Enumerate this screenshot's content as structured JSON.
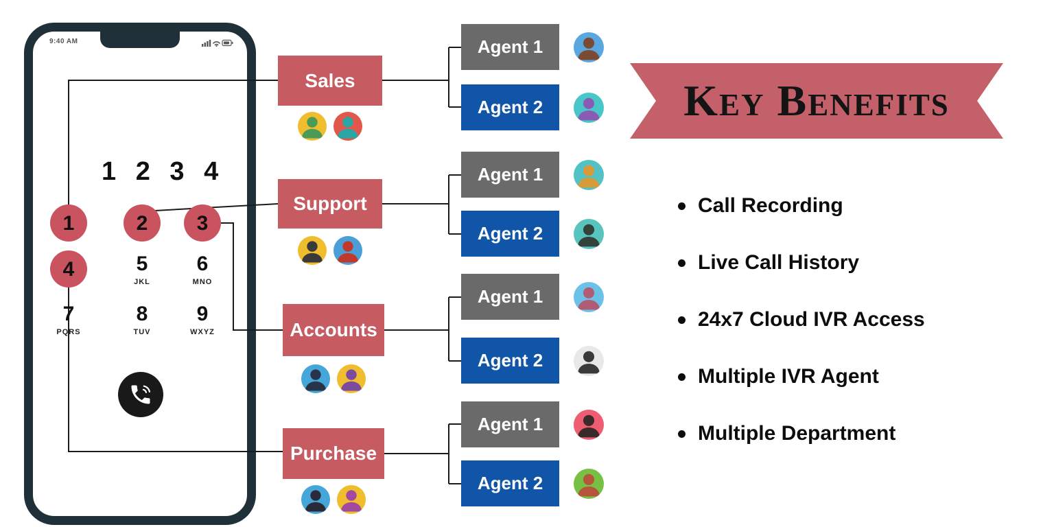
{
  "phone": {
    "status_time": "9:40 AM",
    "status_icons": [
      "cellular-signal-icon",
      "wifi-icon",
      "battery-icon"
    ],
    "dial_display": "1 2 3 4",
    "keys": [
      {
        "digit": "1",
        "letters": "",
        "highlighted": true
      },
      {
        "digit": "2",
        "letters": "",
        "highlighted": true
      },
      {
        "digit": "3",
        "letters": "",
        "highlighted": true
      },
      {
        "digit": "4",
        "letters": "",
        "highlighted": true
      },
      {
        "digit": "5",
        "letters": "JKL",
        "highlighted": false
      },
      {
        "digit": "6",
        "letters": "MNO",
        "highlighted": false
      },
      {
        "digit": "7",
        "letters": "PQRS",
        "highlighted": false
      },
      {
        "digit": "8",
        "letters": "TUV",
        "highlighted": false
      },
      {
        "digit": "9",
        "letters": "WXYZ",
        "highlighted": false
      }
    ],
    "call_button_icon": "phone-icon"
  },
  "departments": [
    {
      "name": "Sales",
      "team_avatars": [
        {
          "bg": "#f0bd2e",
          "fg": "#4a9b57"
        },
        {
          "bg": "#e2574c",
          "fg": "#2aa7a5"
        }
      ],
      "agents": [
        {
          "label": "Agent 1",
          "avatar": {
            "bg": "#5aa7e0",
            "fg": "#7a4a32"
          }
        },
        {
          "label": "Agent 2",
          "avatar": {
            "bg": "#49c6c8",
            "fg": "#8a5bb5"
          }
        }
      ]
    },
    {
      "name": "Support",
      "team_avatars": [
        {
          "bg": "#f0bd2e",
          "fg": "#3a3a3a"
        },
        {
          "bg": "#4a9fd8",
          "fg": "#c0392b"
        }
      ],
      "agents": [
        {
          "label": "Agent 1",
          "avatar": {
            "bg": "#53c2c4",
            "fg": "#d79b3a"
          }
        },
        {
          "label": "Agent 2",
          "avatar": {
            "bg": "#57c4bd",
            "fg": "#33423a"
          }
        }
      ]
    },
    {
      "name": "Accounts",
      "team_avatars": [
        {
          "bg": "#45a7d9",
          "fg": "#27344a"
        },
        {
          "bg": "#f0bd2e",
          "fg": "#7d4aa0"
        }
      ],
      "agents": [
        {
          "label": "Agent 1",
          "avatar": {
            "bg": "#6cc1e8",
            "fg": "#b05c74"
          }
        },
        {
          "label": "Agent 2",
          "avatar": {
            "bg": "#e8e8e8",
            "fg": "#3a3a3a"
          }
        }
      ]
    },
    {
      "name": "Purchase",
      "team_avatars": [
        {
          "bg": "#45a7d9",
          "fg": "#2a2a38"
        },
        {
          "bg": "#f0bd2e",
          "fg": "#a14aa0"
        }
      ],
      "agents": [
        {
          "label": "Agent 1",
          "avatar": {
            "bg": "#ef5d73",
            "fg": "#3a2a2a"
          }
        },
        {
          "label": "Agent 2",
          "avatar": {
            "bg": "#77c043",
            "fg": "#b5563a"
          }
        }
      ]
    }
  ],
  "banner": {
    "title": "Key Benefits"
  },
  "benefits": [
    "Call Recording",
    "Live Call History",
    "24x7 Cloud IVR Access",
    "Multiple IVR Agent",
    "Multiple Department"
  ],
  "colors": {
    "department_box": "#c75b62",
    "agent1_box": "#6a6a6a",
    "agent2_box": "#1155a8",
    "ribbon": "#c4606a",
    "key_highlight": "#c9545f",
    "phone_frame": "#1f3038"
  }
}
